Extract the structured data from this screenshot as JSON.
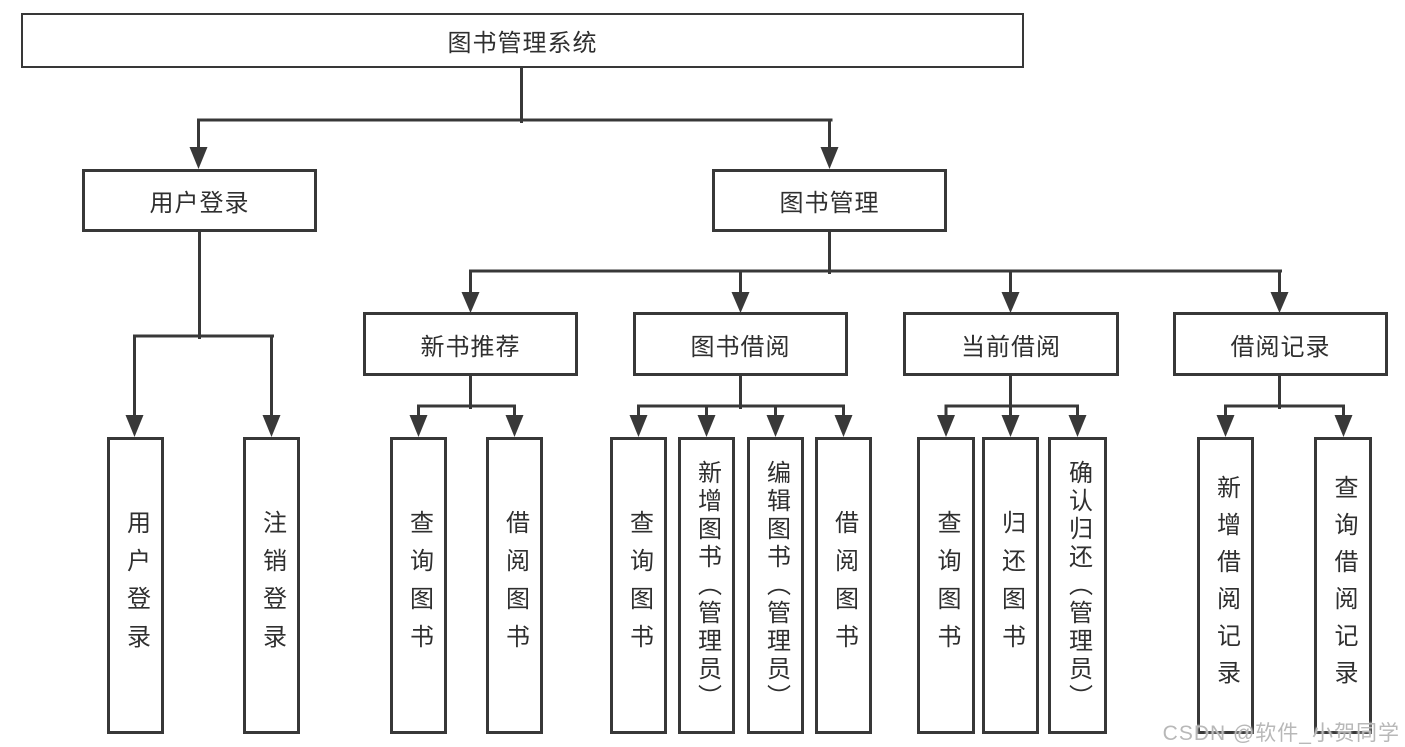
{
  "root": {
    "label": "图书管理系统"
  },
  "branches": [
    {
      "label": "用户登录",
      "children": [
        "用户登录",
        "注销登录"
      ]
    },
    {
      "label": "图书管理",
      "children": [
        {
          "label": "新书推荐",
          "children": [
            "查询图书",
            "借阅图书"
          ]
        },
        {
          "label": "图书借阅",
          "children": [
            "查询图书",
            "新增图书（管理员）",
            "编辑图书（管理员）",
            "借阅图书"
          ]
        },
        {
          "label": "当前借阅",
          "children": [
            "查询图书",
            "归还图书",
            "确认归还（管理员）"
          ]
        },
        {
          "label": "借阅记录",
          "children": [
            "新增借阅记录",
            "查询借阅记录"
          ]
        }
      ]
    }
  ],
  "watermark": "CSDN @软件_小贺同学",
  "colors": {
    "line": "#383838",
    "text": "#2f2f2f",
    "watermark": "#b8b8b8",
    "background": "#ffffff"
  }
}
